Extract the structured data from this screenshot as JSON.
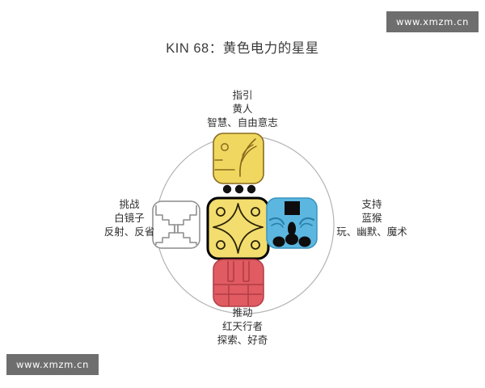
{
  "page": {
    "title": "KIN 68：黄色电力的星星",
    "background_color": "#ffffff"
  },
  "watermarks": [
    {
      "text": "www.xmzm.cn",
      "position": "top-right",
      "background": "#6e6e6e",
      "color": "#ffffff"
    },
    {
      "text": "www.xmzm.cn",
      "position": "bottom-left",
      "background": "#6e6e6e",
      "color": "#ffffff"
    }
  ],
  "diagram": {
    "type": "maya-oracle-cross",
    "circle_color": "#b0b0b0",
    "center": {
      "role": "",
      "name": "",
      "keywords": "",
      "glyph": "yellow-star-glyph",
      "fill": "#f2dd6e",
      "stroke": "#000000",
      "tone_dots": 3
    },
    "top": {
      "role": "指引",
      "name": "黄人",
      "keywords": "智慧、自由意志",
      "glyph": "yellow-human-glyph",
      "fill": "#f0d860",
      "stroke": "#8a6a1e"
    },
    "left": {
      "role": "挑战",
      "name": "白镜子",
      "keywords": "反射、反省",
      "glyph": "white-mirror-glyph",
      "fill": "#ffffff",
      "stroke": "#8c8c8c"
    },
    "right": {
      "role": "支持",
      "name": "蓝猴",
      "keywords": "玩、幽默、魔术",
      "glyph": "blue-monkey-glyph",
      "fill": "#5bb7e0",
      "stroke": "#3a93bd"
    },
    "bottom": {
      "role": "推动",
      "name": "红天行者",
      "keywords": "探索、好奇",
      "glyph": "red-skywalker-glyph",
      "fill": "#e05c62",
      "stroke": "#b33b44"
    }
  }
}
